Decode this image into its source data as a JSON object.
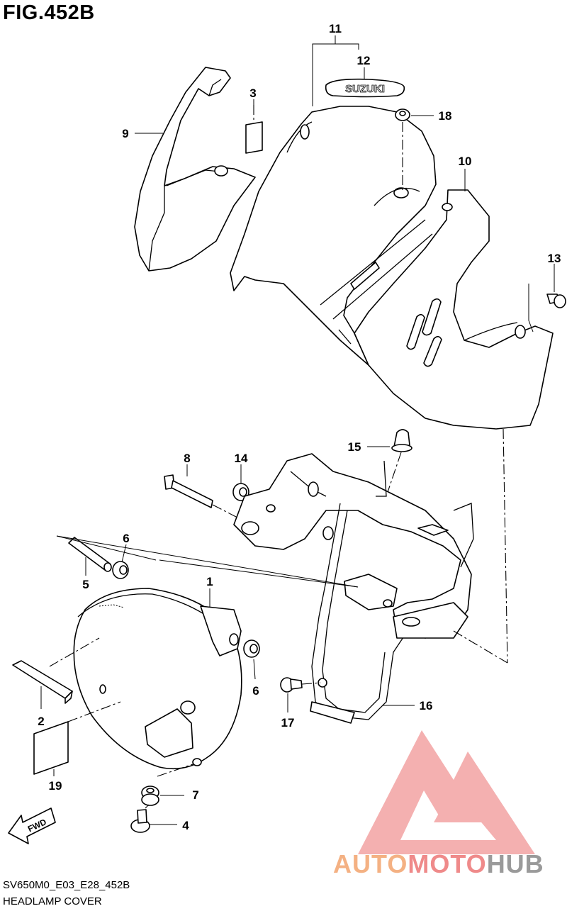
{
  "figure": {
    "title": "FIG.452B",
    "code": "SV650M0_E03_E28_452B",
    "caption": "HEADLAMP COVER"
  },
  "callouts": [
    "1",
    "2",
    "3",
    "4",
    "5",
    "6",
    "6",
    "7",
    "8",
    "9",
    "10",
    "11",
    "12",
    "13",
    "14",
    "15",
    "16",
    "17",
    "18",
    "19"
  ],
  "emblem_text": "SUZUKI",
  "fwd_label": "FWD",
  "watermark": {
    "part1": "AUTO",
    "part2": "MOTO",
    "part3": "HUB",
    "colors": [
      "#f4b183",
      "#ef8a8a",
      "#9a9a9a"
    ]
  }
}
